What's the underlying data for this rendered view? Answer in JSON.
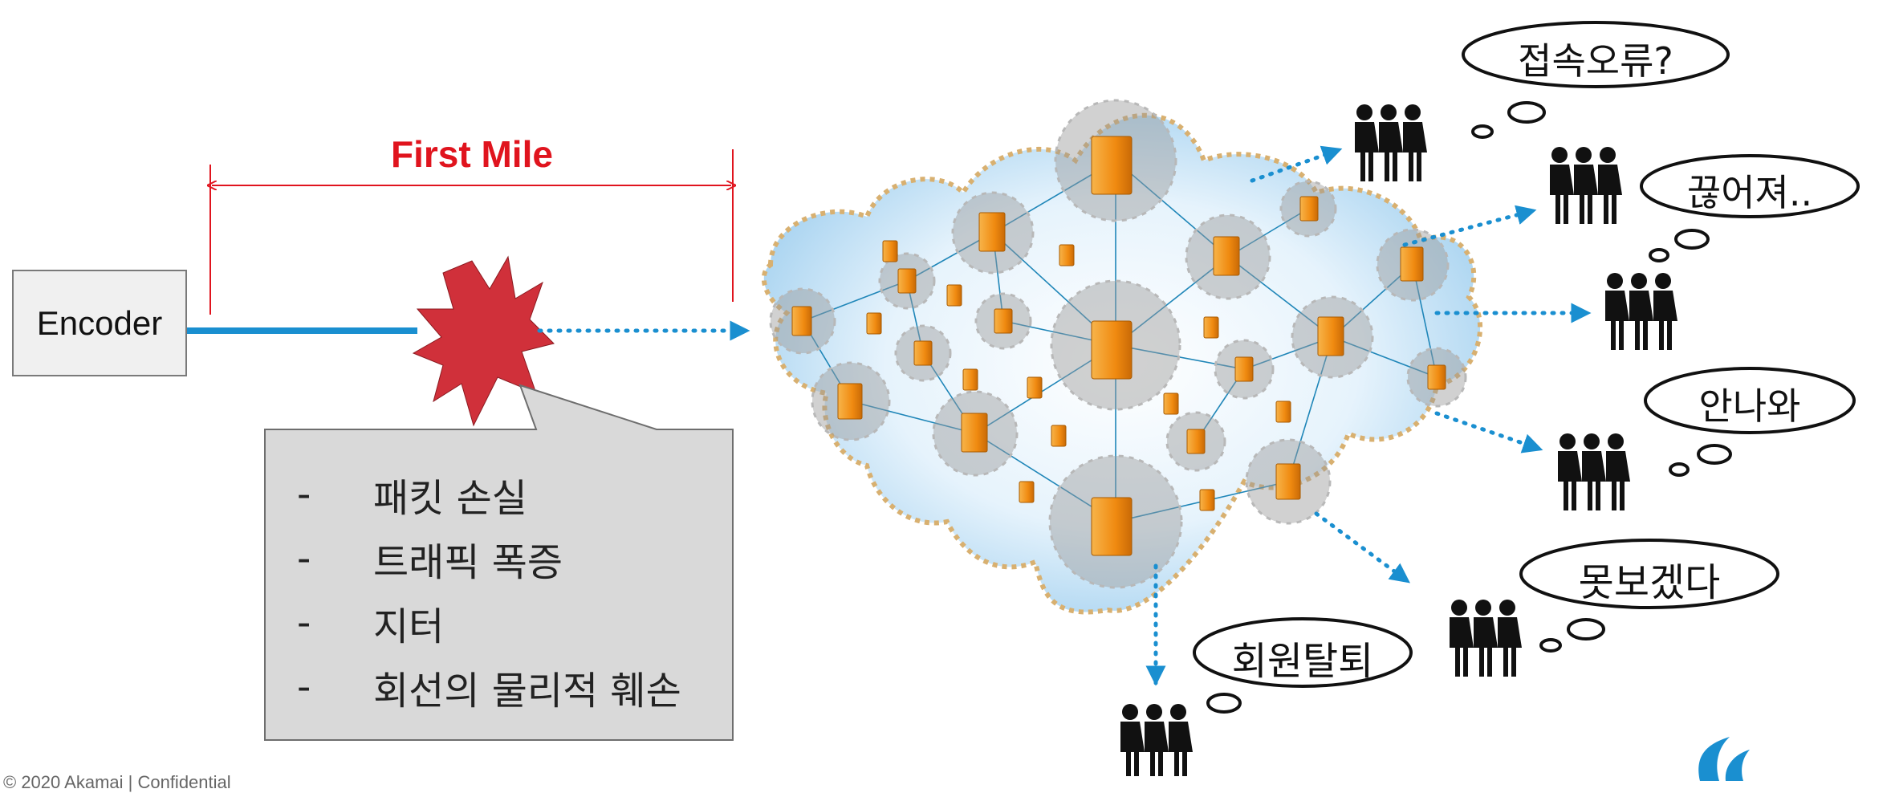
{
  "encoder": {
    "label": "Encoder"
  },
  "first_mile": {
    "label": "First Mile"
  },
  "problems": {
    "bullet": "-",
    "items": [
      "패킷 손실",
      "트래픽 폭증",
      "지터",
      "회선의 물리적 훼손"
    ]
  },
  "thoughts": [
    {
      "text": "접속오류?"
    },
    {
      "text": "끊어져.."
    },
    {
      "text": "안나와"
    },
    {
      "text": "못보겠다"
    },
    {
      "text": "회원탈퇴"
    }
  ],
  "footer": {
    "text": "© 2020 Akamai | Confidential"
  },
  "colors": {
    "accent_red": "#e0141e",
    "link_blue": "#1a8fd0",
    "burst_red": "#d0303a",
    "server_orange": "#f39a1e",
    "cloud_blue": "#bfe0f5",
    "callout_gray": "#d9d9d9"
  }
}
